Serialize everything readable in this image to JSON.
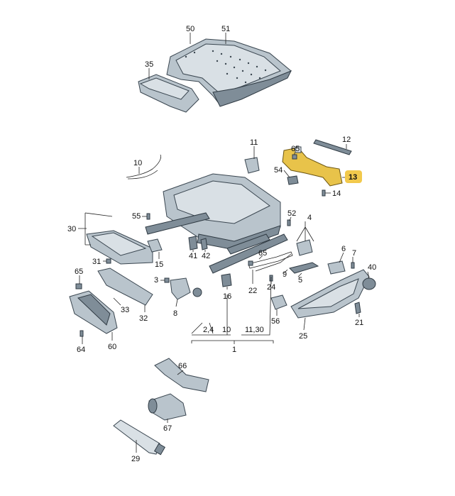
{
  "callouts": {
    "c50": "50",
    "c51": "51",
    "c35": "35",
    "c11": "11",
    "c12": "12",
    "c65a": "65",
    "c54": "54",
    "c13": "13",
    "c14": "14",
    "c10": "10",
    "c55": "55",
    "c52": "52",
    "c4": "4",
    "c30": "30",
    "c41": "41",
    "c42": "42",
    "c15": "15",
    "c65b": "65",
    "c6": "6",
    "c7": "7",
    "c31": "31",
    "c9": "9",
    "c40": "40",
    "c65c": "65",
    "c3": "3",
    "c24": "24",
    "c5": "5",
    "c33": "33",
    "c16": "16",
    "c22": "22",
    "c8": "8",
    "c32": "32",
    "c56": "56",
    "c21": "21",
    "c24b": "2,4",
    "c10b": "10",
    "c1130": "11,30",
    "c64": "64",
    "c60": "60",
    "c25": "25",
    "c1": "1",
    "c66": "66",
    "c67": "67",
    "c29": "29"
  },
  "highlight": {
    "part": "13",
    "color": "#f2c94c"
  }
}
